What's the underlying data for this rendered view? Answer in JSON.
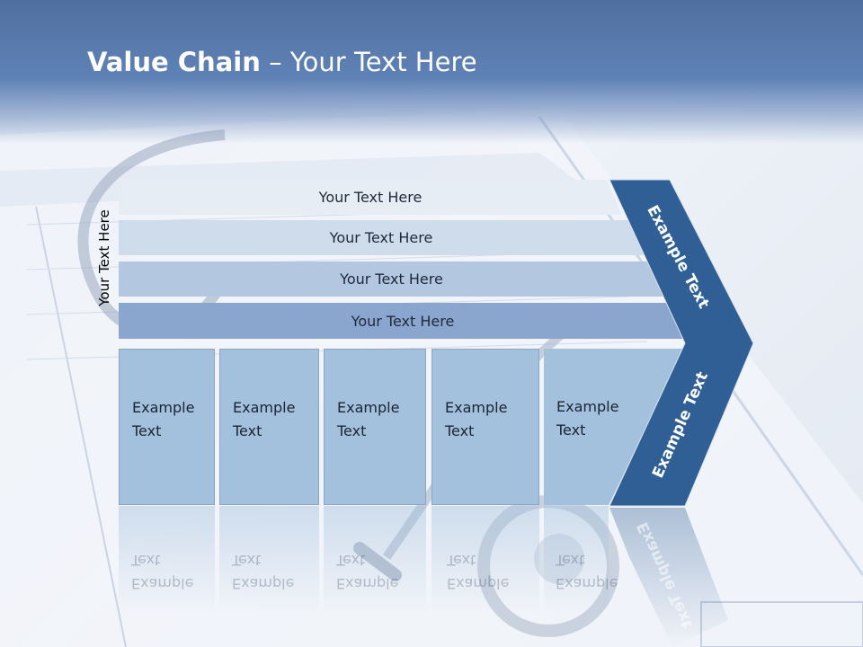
{
  "title": {
    "bold": "Value Chain",
    "rest": " – Your Text Here"
  },
  "side_label": "Your Text Here",
  "bars": [
    {
      "label": "Your Text Here",
      "color": "#e6edf5"
    },
    {
      "label": "Your Text Here",
      "color": "#cfdcec"
    },
    {
      "label": "Your Text Here",
      "color": "#b3c7e1"
    },
    {
      "label": "Your Text Here",
      "color": "#8aa6cf"
    }
  ],
  "boxes": [
    {
      "line1": "Example",
      "line2": "Text"
    },
    {
      "line1": "Example",
      "line2": "Text"
    },
    {
      "line1": "Example",
      "line2": "Text"
    },
    {
      "line1": "Example",
      "line2": "Text"
    },
    {
      "line1": "Example",
      "line2": "Text"
    }
  ],
  "chevron": {
    "upper_text": "Example Text",
    "lower_text": "Example Text",
    "color": "#2f5f94"
  }
}
